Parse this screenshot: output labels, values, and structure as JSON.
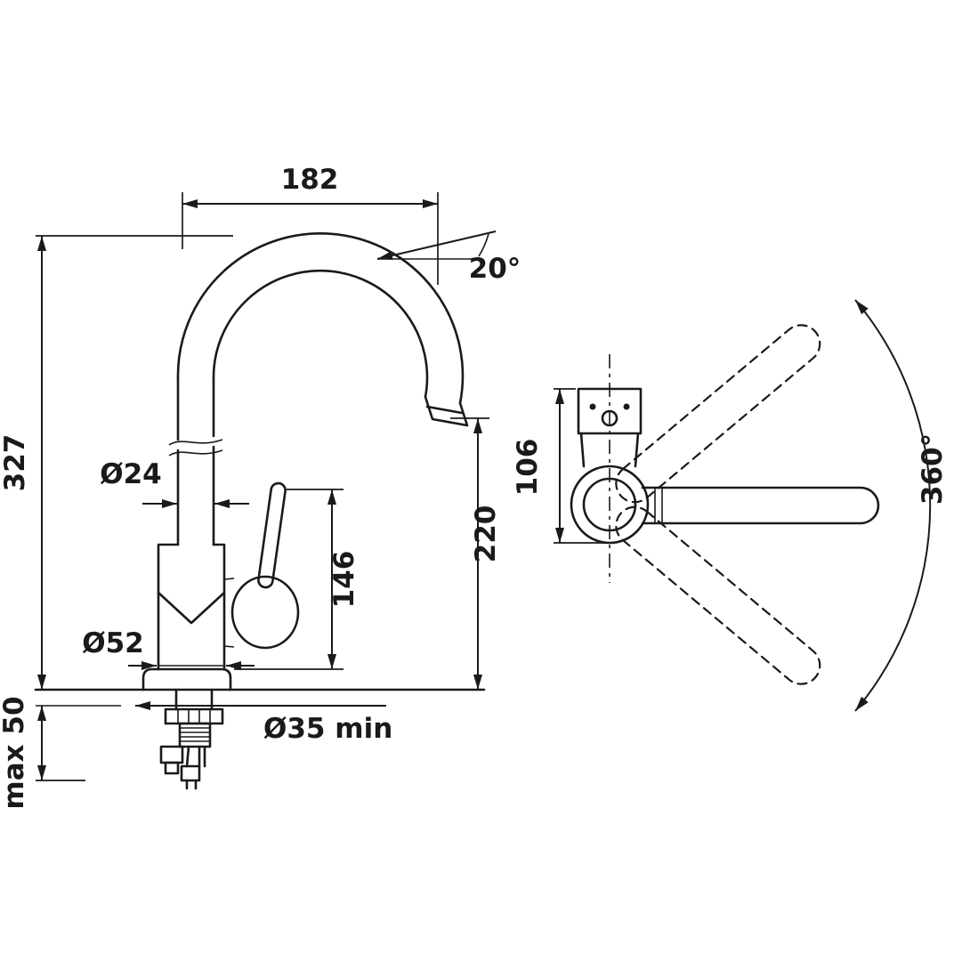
{
  "drawing": {
    "type": "technical-diagram",
    "subject": "Single-lever kitchen mixer tap dimensional drawing, side view and top view",
    "colors": {
      "line": "#1a1a1a",
      "background": "#ffffff"
    },
    "dimensions": {
      "spout_reach": "182",
      "spout_angle": "20°",
      "overall_height": "327",
      "spout_tube_diameter": "Ø24",
      "lever_height": "146",
      "outlet_height": "220",
      "body_diameter": "Ø52",
      "max_deck_thickness": "max 50",
      "mounting_hole": "Ø35 min",
      "head_length": "106",
      "swivel_angle": "360°"
    }
  }
}
